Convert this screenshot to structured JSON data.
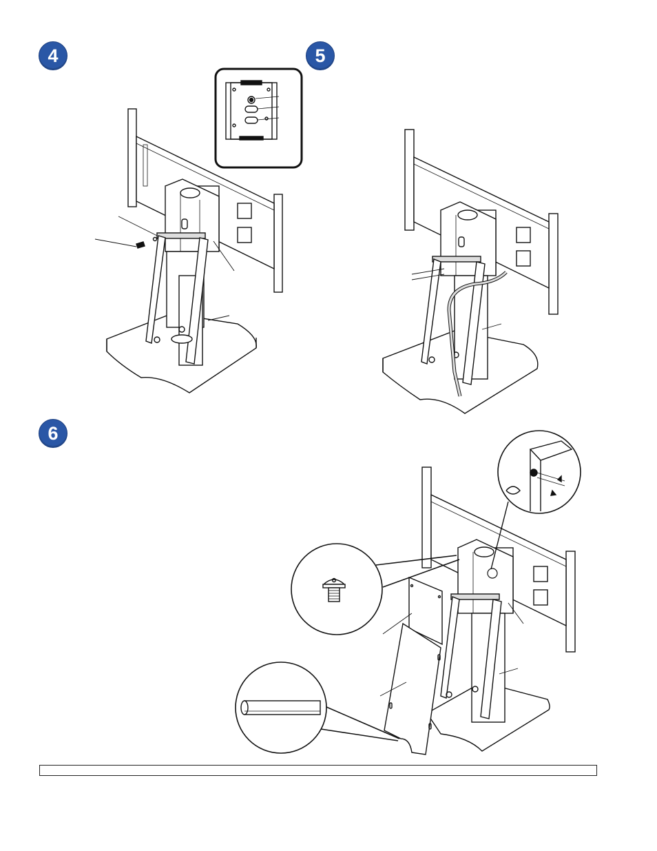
{
  "steps": [
    {
      "number": "4"
    },
    {
      "number": "5"
    },
    {
      "number": "6"
    }
  ],
  "colors": {
    "badge": "#2a57a6",
    "line": "#111111"
  },
  "icons": [
    "screw-icon",
    "bolt-icon",
    "cylinder-rod-icon"
  ]
}
